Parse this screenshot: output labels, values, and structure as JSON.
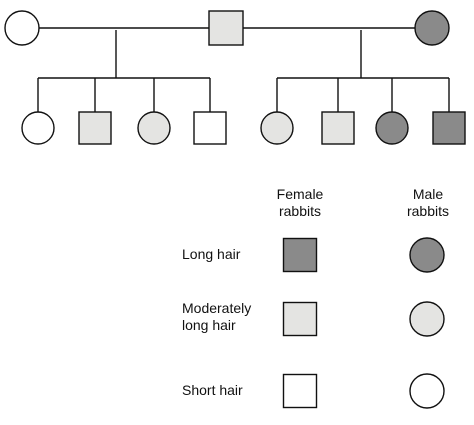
{
  "colors": {
    "long": "#8a8a8a",
    "moderate": "#e4e4e2",
    "short": "#ffffff",
    "stroke": "#111111"
  },
  "pedigree": {
    "parents": [
      {
        "name": "parent-left",
        "shape": "circle",
        "shade": "short"
      },
      {
        "name": "parent-center",
        "shape": "square",
        "shade": "moderate"
      },
      {
        "name": "parent-right",
        "shape": "circle",
        "shade": "long"
      }
    ],
    "offspring_left": [
      {
        "shape": "circle",
        "shade": "short"
      },
      {
        "shape": "square",
        "shade": "moderate"
      },
      {
        "shape": "circle",
        "shade": "moderate"
      },
      {
        "shape": "square",
        "shade": "short"
      }
    ],
    "offspring_right": [
      {
        "shape": "circle",
        "shade": "moderate"
      },
      {
        "shape": "square",
        "shade": "moderate"
      },
      {
        "shape": "circle",
        "shade": "long"
      },
      {
        "shape": "square",
        "shade": "long"
      }
    ]
  },
  "legend": {
    "female_header_line1": "Female",
    "female_header_line2": "rabbits",
    "male_header_line1": "Male",
    "male_header_line2": "rabbits",
    "rows": [
      {
        "label_line1": "Long hair",
        "label_line2": "",
        "shade": "long"
      },
      {
        "label_line1": "Moderately",
        "label_line2": "long hair",
        "shade": "moderate"
      },
      {
        "label_line1": "Short hair",
        "label_line2": "",
        "shade": "short"
      }
    ]
  }
}
